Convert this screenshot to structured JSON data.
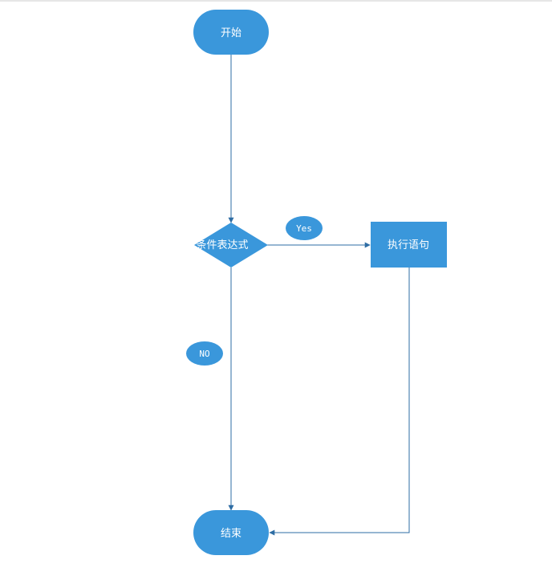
{
  "colors": {
    "node": "#3a97db",
    "edge": "#2e6da4",
    "label_text": "#ffffff"
  },
  "flowchart": {
    "start": "开始",
    "condition": "条件表达式",
    "action": "执行语句",
    "end": "结束",
    "yes_label": "Yes",
    "no_label": "NO"
  }
}
